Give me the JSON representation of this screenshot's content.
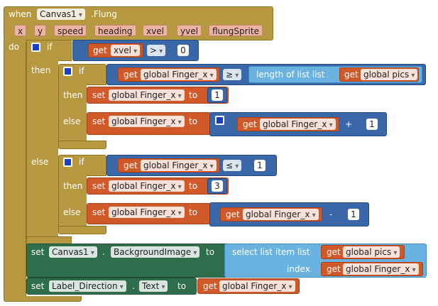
{
  "event": {
    "when": "when",
    "component": "Canvas1",
    "event_name": ".Flung",
    "params": [
      "x",
      "y",
      "speed",
      "heading",
      "xvel",
      "yvel",
      "flungSprite"
    ],
    "do": "do"
  },
  "kw": {
    "if": "if",
    "then": "then",
    "else": "else",
    "get": "get",
    "set": "set",
    "to": "to",
    "plus": "+",
    "minus": "-",
    "gt": ">",
    "ge": "≥",
    "le": "≤",
    "length_of_list": "length of list  list",
    "select_list_item": "select list item  list",
    "index": "index"
  },
  "vars": {
    "xvel": "xvel",
    "finger_x": "global Finger_x",
    "pics": "global pics"
  },
  "nums": {
    "zero": "0",
    "one": "1",
    "three": "3"
  },
  "components": {
    "canvas": "Canvas1",
    "bg_prop": "BackgroundImage",
    "label": "Label_Direction",
    "text_prop": "Text"
  },
  "colors": {
    "control": "#b69840",
    "variable": "#d0592a",
    "math": "#3a67a8",
    "list": "#6ab3e0",
    "component": "#2f6e4d"
  }
}
